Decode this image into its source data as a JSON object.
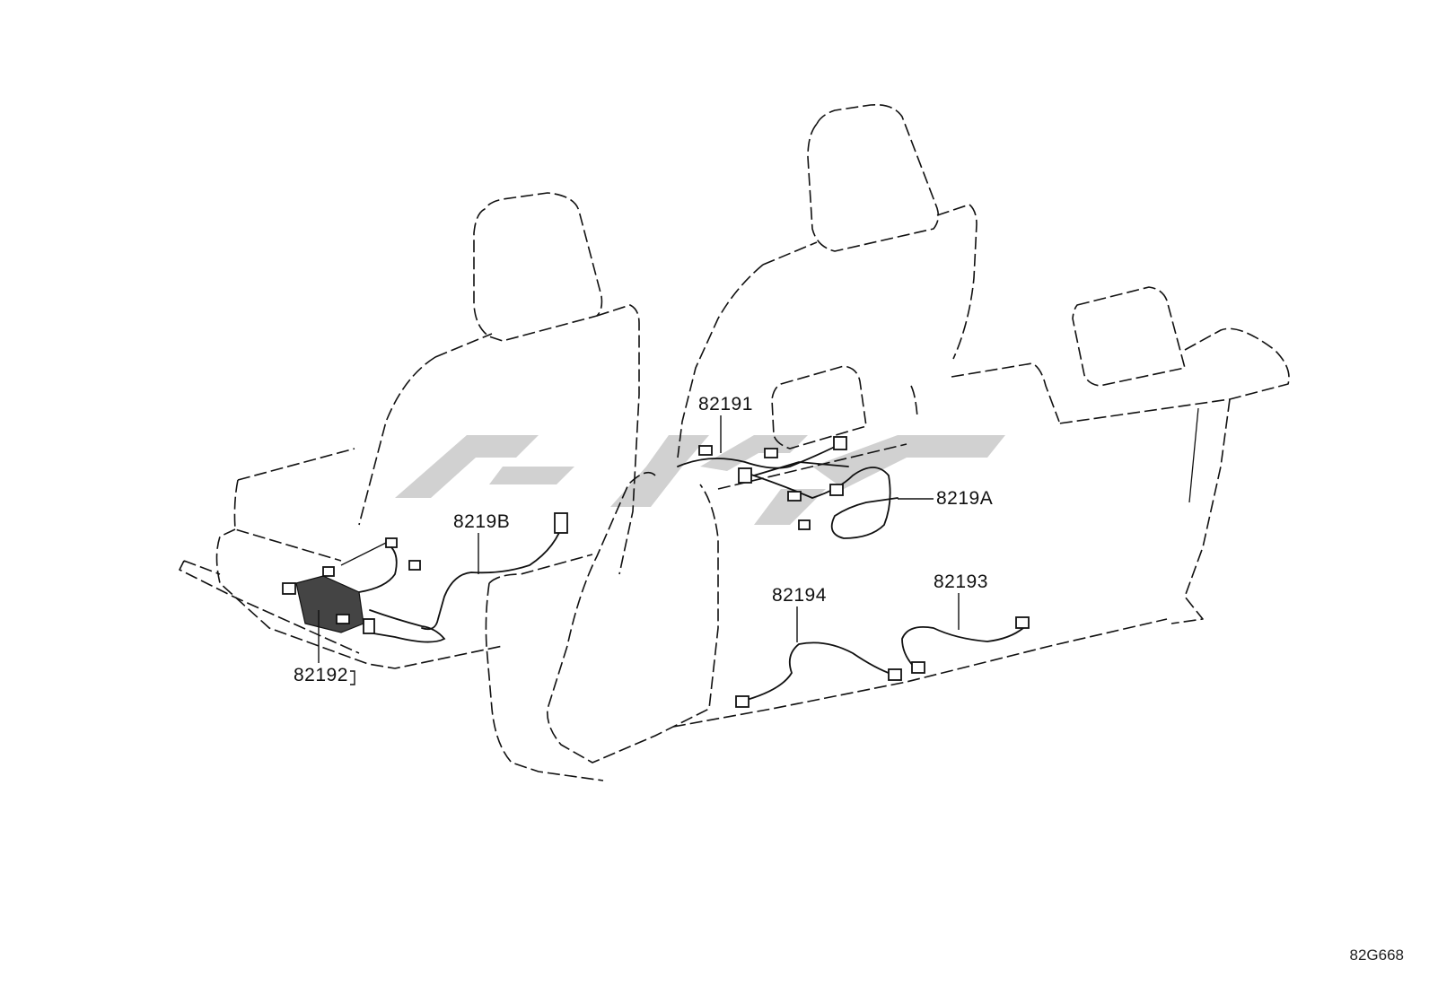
{
  "diagram": {
    "id": "82G668",
    "callouts": [
      {
        "key": "82191",
        "label": "82191"
      },
      {
        "key": "8219A",
        "label": "8219A"
      },
      {
        "key": "8219B",
        "label": "8219B"
      },
      {
        "key": "82192",
        "label": "82192"
      },
      {
        "key": "82194",
        "label": "82194"
      },
      {
        "key": "82193",
        "label": "82193"
      }
    ]
  },
  "colors": {
    "line": "#111111",
    "watermark": "#c9c9c9",
    "background": "#ffffff"
  },
  "icons": {
    "watermark": "brand-logo-watermark"
  }
}
